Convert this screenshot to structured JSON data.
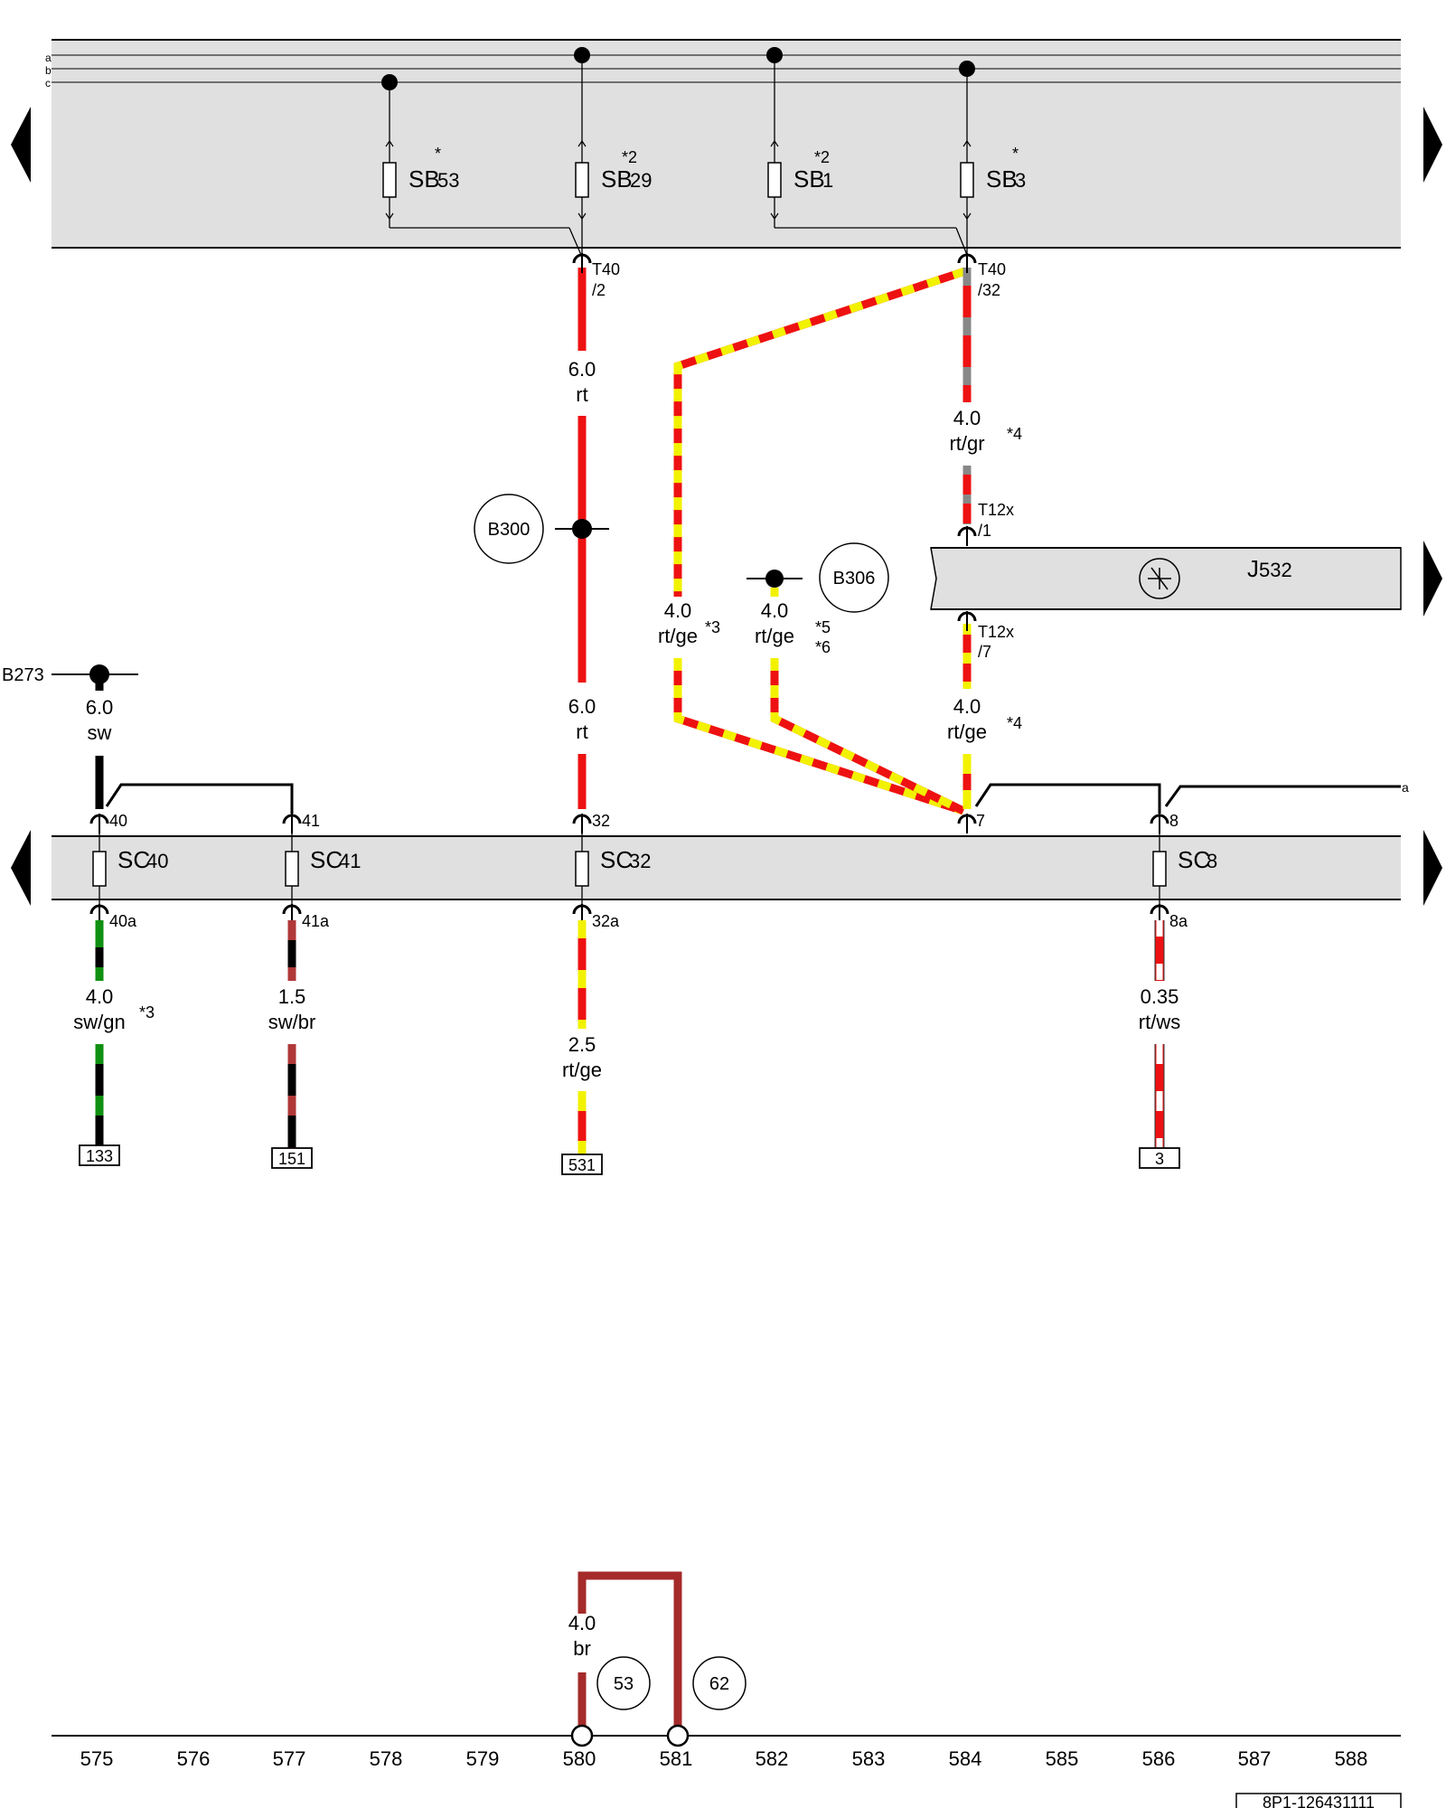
{
  "bus_letters": [
    "a",
    "b",
    "c"
  ],
  "fuses_top": [
    {
      "name": "SB",
      "sub": "53",
      "mark": "*"
    },
    {
      "name": "SB",
      "sub": "29",
      "mark": "*2"
    },
    {
      "name": "SB",
      "sub": "1",
      "mark": "*2"
    },
    {
      "name": "SB",
      "sub": "3",
      "mark": "*"
    }
  ],
  "fuses_bottom": [
    {
      "name": "SC",
      "sub": "40"
    },
    {
      "name": "SC",
      "sub": "41"
    },
    {
      "name": "SC",
      "sub": "32"
    },
    {
      "name": "SC",
      "sub": "8"
    }
  ],
  "connectors": {
    "t40_2_a": "T40",
    "t40_2_b": "/2",
    "t40_32_a": "T40",
    "t40_32_b": "/32",
    "t12x_1_a": "T12x",
    "t12x_1_b": "/1",
    "t12x_7_a": "T12x",
    "t12x_7_b": "/7"
  },
  "pins_top": [
    "40",
    "41",
    "32",
    "7",
    "8"
  ],
  "pins_bottom": [
    "40a",
    "41a",
    "32a",
    "8a"
  ],
  "wires": {
    "w_6rt_top": [
      "6.0",
      "rt"
    ],
    "w_4rtgr": [
      "4.0",
      "rt/gr"
    ],
    "w_4rtgr_note": "*4",
    "w_4rtge_left": [
      "4.0",
      "rt/ge"
    ],
    "w_4rtge_left_note": "*3",
    "w_4rtge_mid": [
      "4.0",
      "rt/ge"
    ],
    "w_4rtge_mid_note1": "*5",
    "w_4rtge_mid_note2": "*6",
    "w_4rtge_right": [
      "4.0",
      "rt/ge"
    ],
    "w_4rtge_right_note": "*4",
    "w_6sw": [
      "6.0",
      "sw"
    ],
    "w_6rt_low": [
      "6.0",
      "rt"
    ],
    "w_4swgn": [
      "4.0",
      "sw/gn"
    ],
    "w_4swgn_note": "*3",
    "w_15swbr": [
      "1.5",
      "sw/br"
    ],
    "w_25rtge": [
      "2.5",
      "rt/ge"
    ],
    "w_035rtws": [
      "0.35",
      "rt/ws"
    ],
    "w_4br": [
      "4.0",
      "br"
    ]
  },
  "components": {
    "b300": "B300",
    "b306": "B306",
    "b273": "B273",
    "j532": {
      "name": "J",
      "sub": "532"
    }
  },
  "targets": [
    "133",
    "151",
    "531",
    "3"
  ],
  "right_a": "a",
  "ground_points": [
    "53",
    "62"
  ],
  "grid_numbers": [
    "575",
    "576",
    "577",
    "578",
    "579",
    "580",
    "581",
    "582",
    "583",
    "584",
    "585",
    "586",
    "587",
    "588"
  ],
  "diagram_id": "8P1-126431111"
}
